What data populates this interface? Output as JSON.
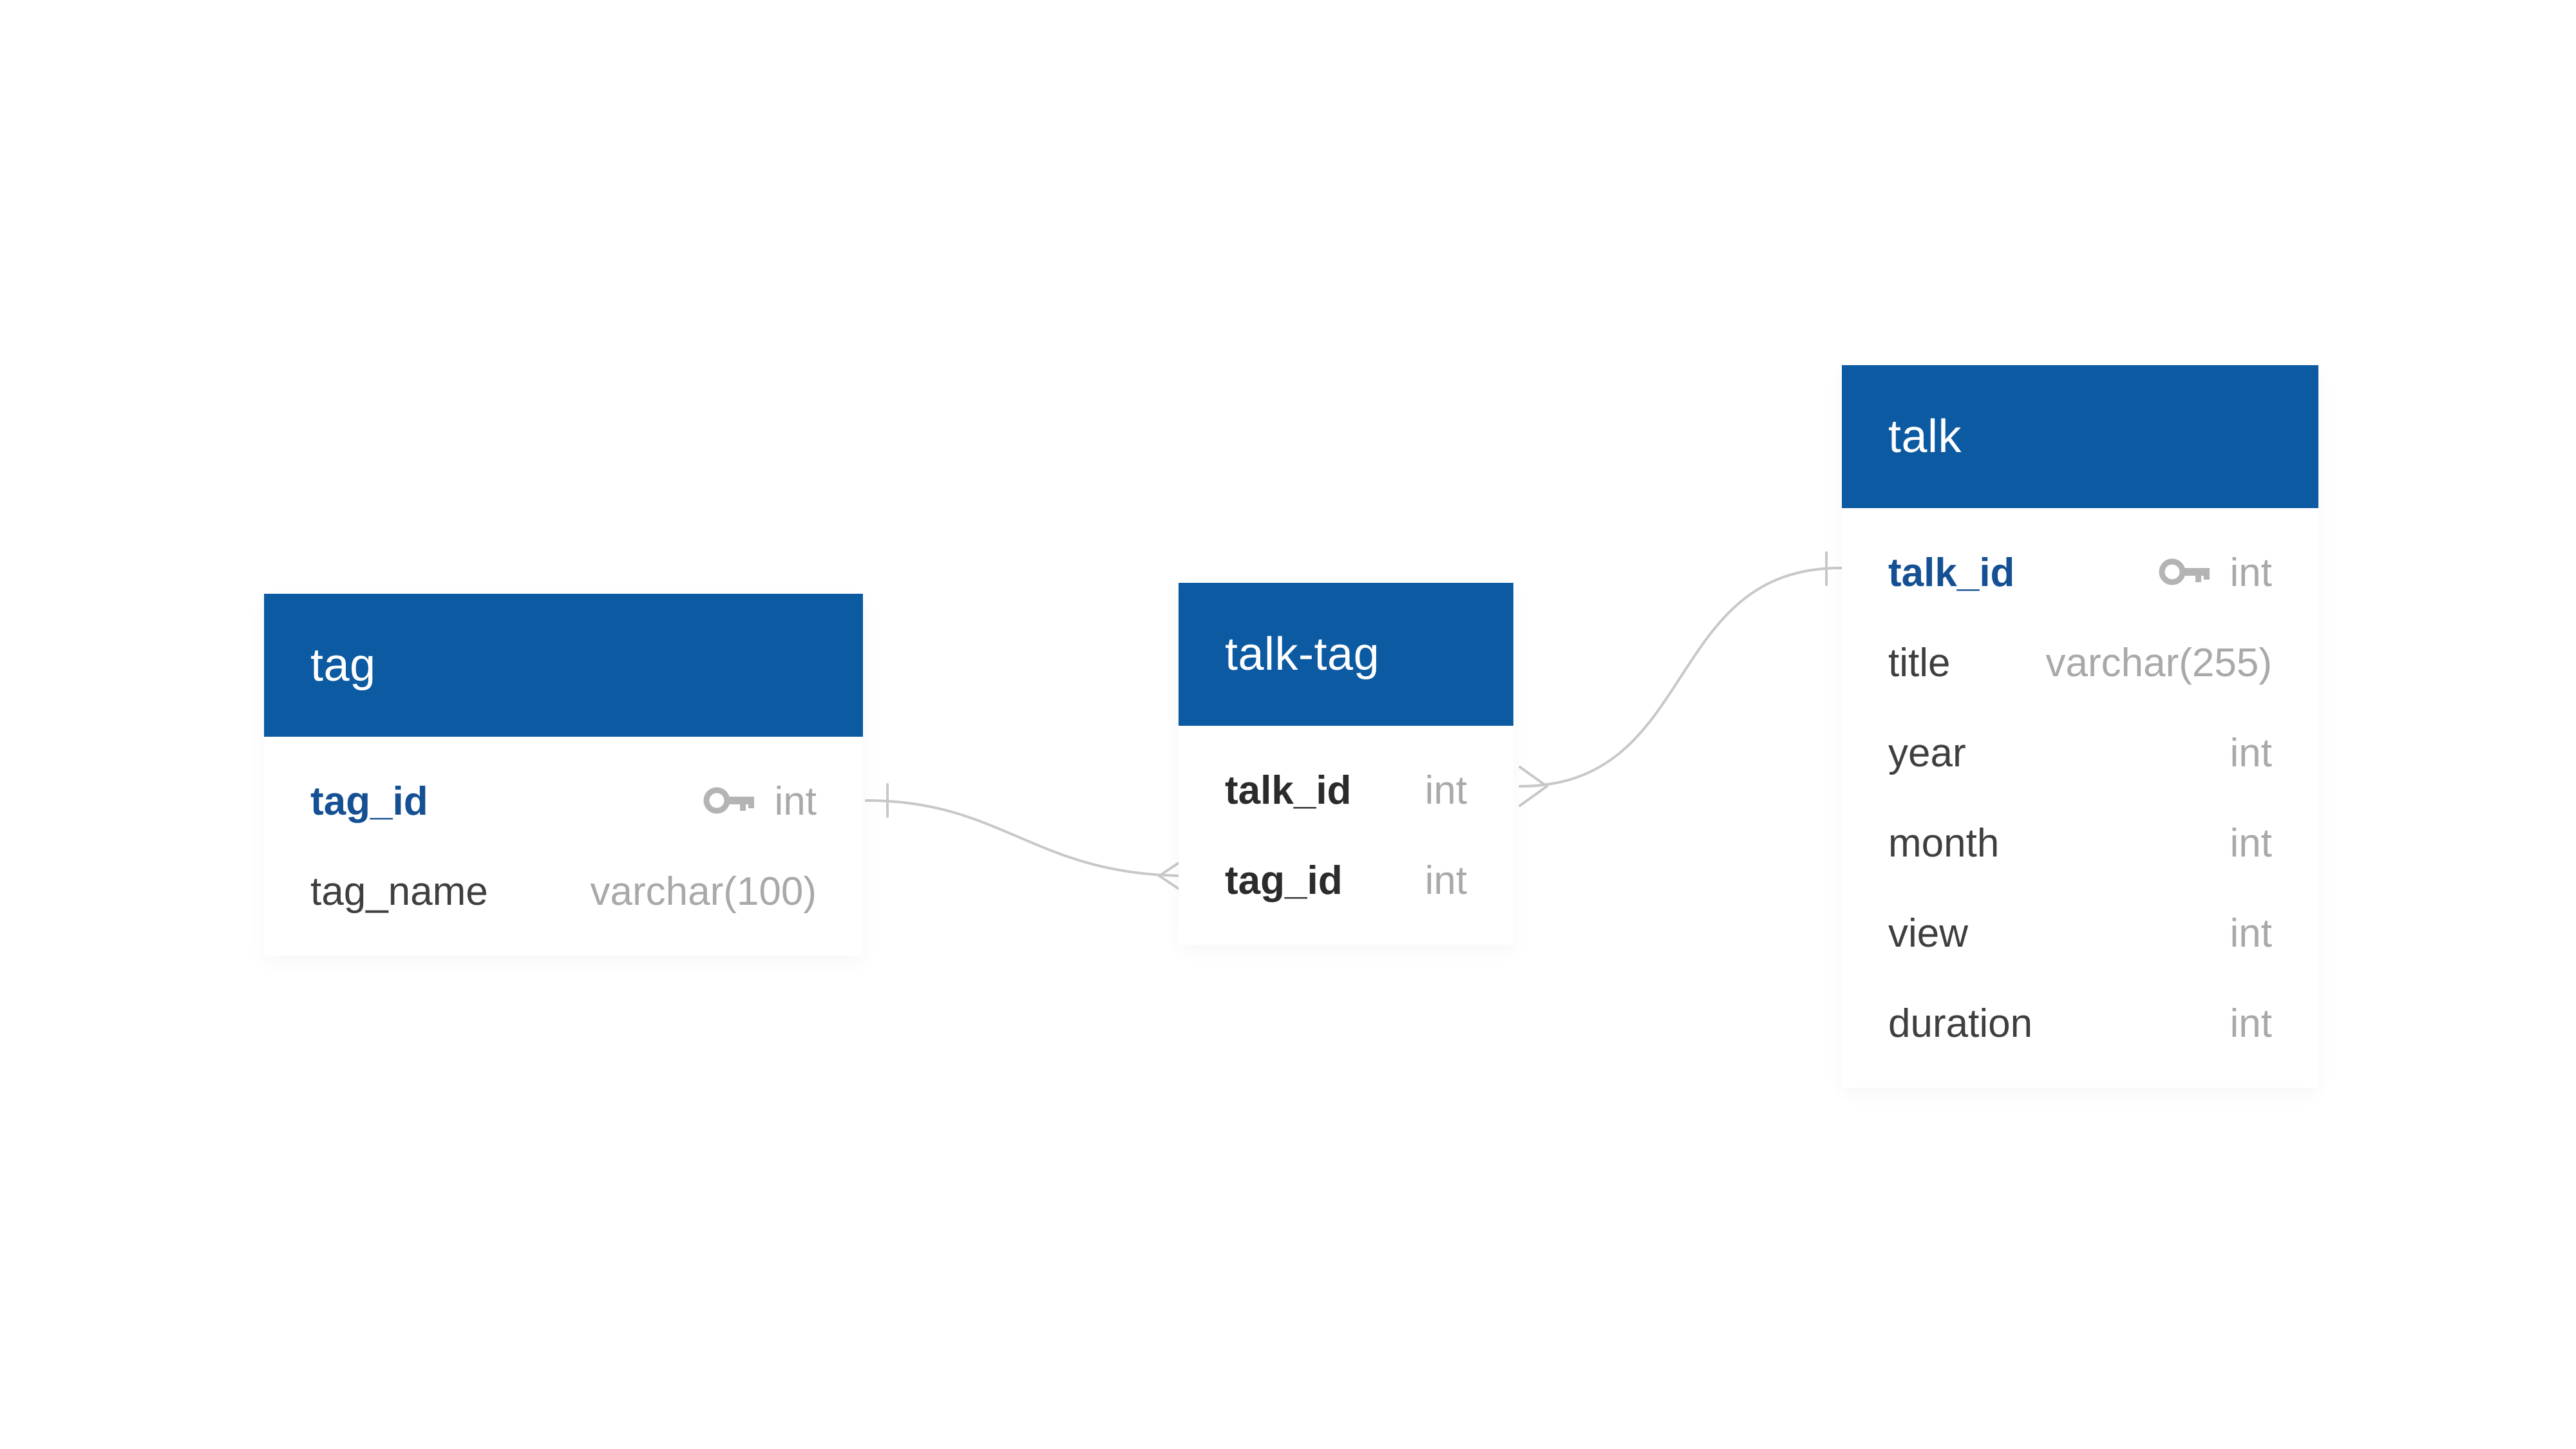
{
  "colors": {
    "header": "#0b5aa2",
    "primary_key_text": "#145093",
    "relation_line": "#c8c8c8",
    "type_text": "#a9a9a9"
  },
  "tables": {
    "tag": {
      "name": "tag",
      "columns": [
        {
          "name": "tag_id",
          "type": "int",
          "primary_key": true,
          "icon": "key-icon"
        },
        {
          "name": "tag_name",
          "type": "varchar(100)"
        }
      ]
    },
    "talk_tag": {
      "name": "talk-tag",
      "columns": [
        {
          "name": "talk_id",
          "type": "int"
        },
        {
          "name": "tag_id",
          "type": "int"
        }
      ]
    },
    "talk": {
      "name": "talk",
      "columns": [
        {
          "name": "talk_id",
          "type": "int",
          "primary_key": true,
          "icon": "key-icon"
        },
        {
          "name": "title",
          "type": "varchar(255)"
        },
        {
          "name": "year",
          "type": "int"
        },
        {
          "name": "month",
          "type": "int"
        },
        {
          "name": "view",
          "type": "int"
        },
        {
          "name": "duration",
          "type": "int"
        }
      ]
    }
  },
  "relations": [
    {
      "from": "tag.tag_id",
      "to": "talk-tag.tag_id",
      "from_end": "one",
      "to_end": "many"
    },
    {
      "from": "talk.talk_id",
      "to": "talk-tag.talk_id",
      "from_end": "one",
      "to_end": "many"
    }
  ]
}
